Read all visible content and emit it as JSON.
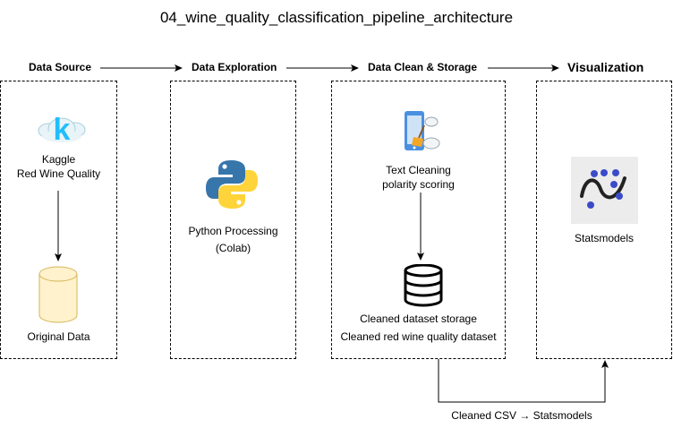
{
  "title": "04_wine_quality_classification_pipeline_architecture",
  "stages": {
    "data_source": "Data Source",
    "data_exploration": "Data Exploration",
    "data_clean_storage": "Data Clean & Storage",
    "visualization": "Visualization"
  },
  "nodes": {
    "kaggle": {
      "line1": "Kaggle",
      "line2": "Red Wine Quality",
      "icon": "kaggle-icon"
    },
    "original_data": {
      "label": "Original Data",
      "icon": "cylinder-database-icon"
    },
    "python": {
      "line1": "Python Processing",
      "line2": "(Colab)",
      "icon": "python-icon"
    },
    "text_cleaning": {
      "line1": "Text Cleaning",
      "line2": "polarity scoring",
      "icon": "mobile-cleaning-icon"
    },
    "storage": {
      "line1": "Cleaned dataset storage",
      "line2": "Cleaned red wine quality dataset",
      "icon": "database-icon"
    },
    "statsmodels": {
      "label": "Statsmodels",
      "icon": "statsmodels-icon"
    }
  },
  "edge_label": "Cleaned CSV → Statsmodels",
  "colors": {
    "kaggle_teal": "#20BEFF",
    "cylinder_fill": "#FFF2CC",
    "cylinder_stroke": "#D6B656",
    "python_blue": "#3776AB",
    "python_yellow": "#FFD43B",
    "statsmodels_dot": "#3B4BC8"
  }
}
